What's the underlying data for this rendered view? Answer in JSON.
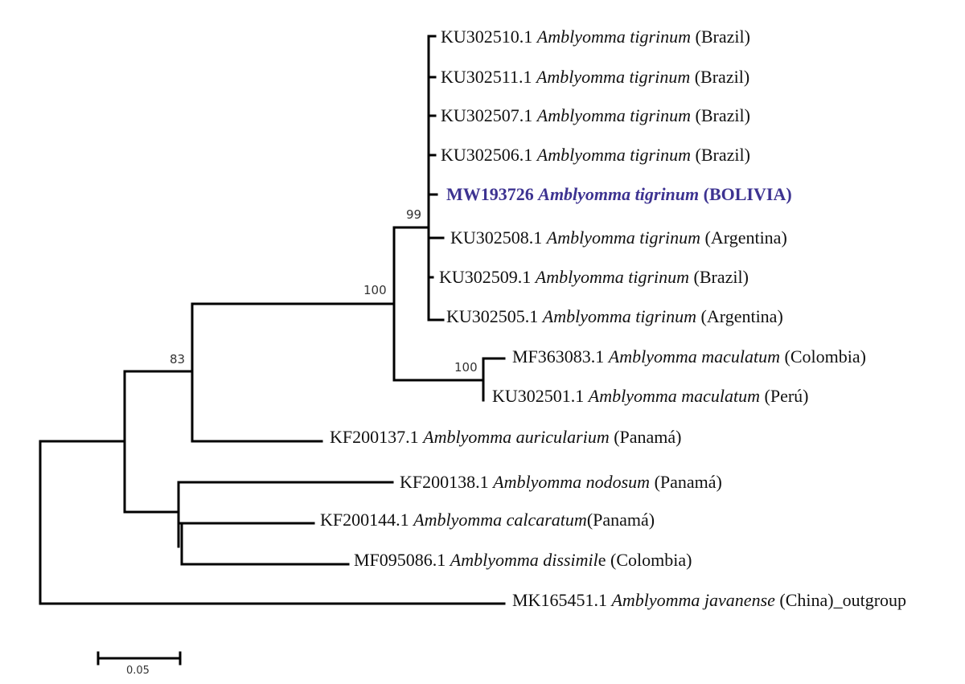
{
  "taxa": {
    "t1": {
      "acc": "KU302510.1",
      "species": "Amblyomma tigrinum",
      "rest": " (Brazil)"
    },
    "t2": {
      "acc": "KU302511.1",
      "species": "Amblyomma tigrinum",
      "rest": " (Brazil)"
    },
    "t3": {
      "acc": "KU302507.1",
      "species": "Amblyomma tigrinum",
      "rest": " (Brazil)"
    },
    "t4": {
      "acc": "KU302506.1",
      "species": "Amblyomma tigrinum",
      "rest": " (Brazil)"
    },
    "t5": {
      "acc": "MW193726",
      "species": "Amblyomma tigrinum",
      "rest": " (BOLIVIA)",
      "highlight_color": "#3d3391"
    },
    "t6": {
      "acc": "KU302508.1",
      "species": "Amblyomma tigrinum",
      "rest": " (Argentina)"
    },
    "t7": {
      "acc": "KU302509.1",
      "species": "Amblyomma tigrinum",
      "rest": " (Brazil)"
    },
    "t8": {
      "acc": "KU302505.1",
      "species": "Amblyomma tigrinum",
      "rest": " (Argentina)"
    },
    "t9": {
      "acc": "MF363083.1",
      "species": "Amblyomma maculatum",
      "rest": " (Colombia)"
    },
    "t10": {
      "acc": "KU302501.1",
      "species": "Amblyomma maculatum",
      "rest": " (Perú)"
    },
    "t11": {
      "acc": "KF200137.1",
      "species": "Amblyomma auricularium",
      "rest": " (Panamá)"
    },
    "t12": {
      "acc": "KF200138.1",
      "species": "Amblyomma nodosum",
      "rest": " (Panamá)"
    },
    "t13": {
      "acc": "KF200144.1",
      "species": "Amblyomma calcaratum",
      "rest": "(Panamá)"
    },
    "t14": {
      "acc": "MF095086.1",
      "species": "Amblyomma dissimil",
      "rest": "e (Colombia)"
    },
    "t15": {
      "acc": "MK165451.1",
      "species": "Amblyomma javanense",
      "rest": " (China)_outgroup"
    }
  },
  "support": {
    "tigrinum_clade": "99",
    "tigrinum_maculatum": "100",
    "maculatum_clade": "100",
    "ingroup_upper": "83"
  },
  "scale_bar": {
    "label": "0.05"
  }
}
